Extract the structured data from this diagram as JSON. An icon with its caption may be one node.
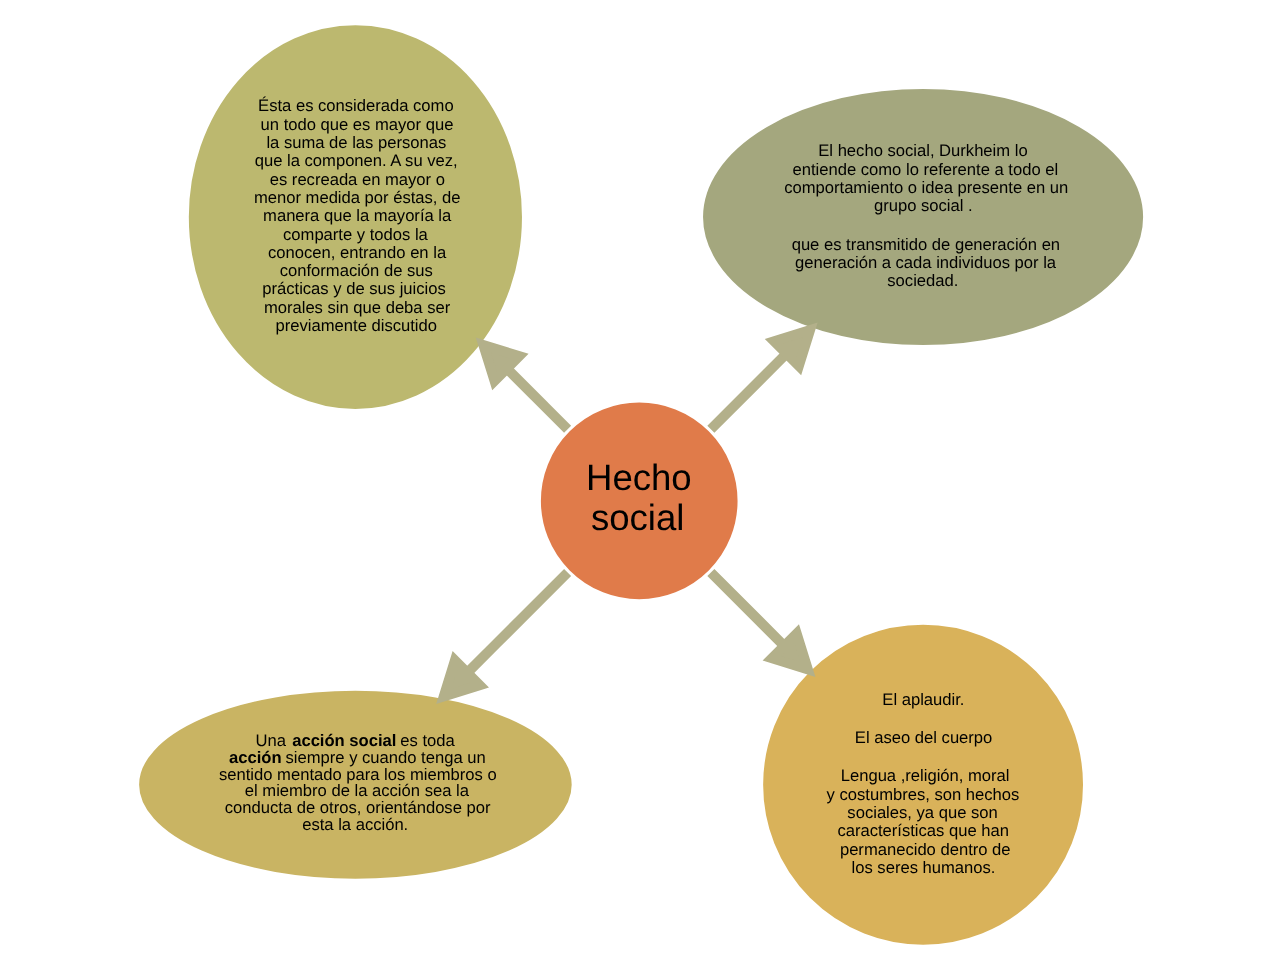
{
  "diagram": {
    "nodes": [
      {
        "text": [
          "Hecho social"
        ]
      },
      {
        "text": [
          "El hecho social, Durkheim lo entiende como lo referente a todo el comportamiento o idea presente en un grupo social .",
          "que es transmitido de generación en generación a cada individuos por la sociedad."
        ]
      },
      {
        "text": [
          "Ésta es considerada como un todo que es mayor que la suma de las personas que la componen. A su vez, es recreada en mayor o menor medida por éstas, de manera que la mayoría la comparte y todos la conocen, entrando en la conformación de sus prácticas y de sus juicios morales sin que deba ser previamente discutido"
        ]
      },
      {
        "text": [
          "Una **acción social** es toda **acción** siempre y cuando tenga un sentido mentado para los miembros o el miembro de la acción sea la conducta de otros, orientándose por esta la acción."
        ]
      },
      {
        "text": [
          "El aplaudir.",
          "El aseo del cuerpo",
          "Lengua ,religión, moral y costumbres, son hechos sociales, ya que son características que han permanecido dentro de los seres humanos."
        ]
      }
    ],
    "edges": [
      {
        "from": 0,
        "to": 1,
        "arrow": "to"
      },
      {
        "from": 0,
        "to": 2,
        "arrow": "to"
      },
      {
        "from": 0,
        "to": 3,
        "arrow": "to"
      },
      {
        "from": 0,
        "to": 4,
        "arrow": "to"
      }
    ]
  }
}
